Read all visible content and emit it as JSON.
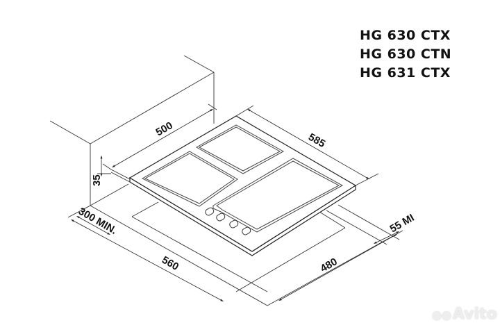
{
  "models": [
    "HG 630 CTX",
    "HG 630 CTN",
    "HG 631 CTX"
  ],
  "dimensions": {
    "width_top": "500",
    "depth_top": "585",
    "height": "35",
    "back_clearance": "300 MIN.",
    "cutout_width": "560",
    "cutout_depth": "480",
    "front_clearance": "55 MI"
  },
  "watermark": "Avito"
}
